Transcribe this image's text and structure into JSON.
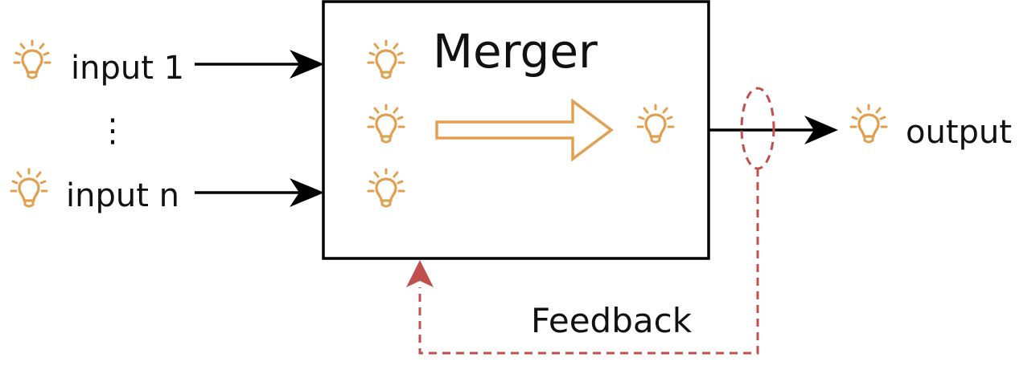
{
  "diagram": {
    "box_title": "Merger",
    "inputs": [
      {
        "label": "input 1"
      },
      {
        "label": "input n"
      }
    ],
    "ellipsis": "⋮",
    "output_label": "output",
    "feedback_label": "Feedback",
    "icon": "lightbulb-icon",
    "colors": {
      "stroke": "#000000",
      "bulb": "#E0A050",
      "flow_arrow": "#E0A050",
      "feedback": "#C0504D"
    }
  }
}
